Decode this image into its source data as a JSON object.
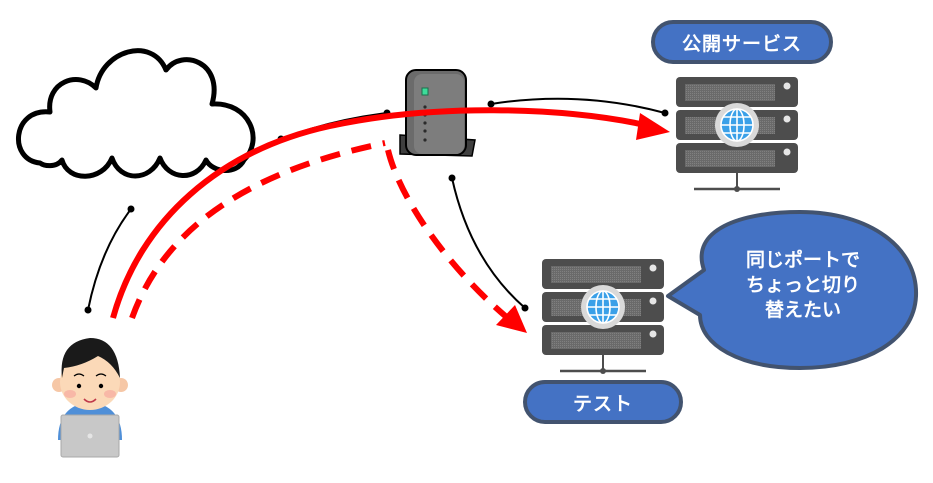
{
  "labels": {
    "public_service": "公開サービス",
    "test": "テスト"
  },
  "speech_bubble": {
    "lines": [
      "同じポートで",
      "ちょっと切り",
      "替えたい"
    ]
  },
  "colors": {
    "label_fill": "#4472c4",
    "label_border": "#42536f",
    "arrow_red": "#ff0000",
    "server_body": "#4d4d4d",
    "globe": "#3aa0e8"
  },
  "nodes": {
    "cloud": "internet-cloud",
    "router": "wifi-router",
    "public_server": "web-server",
    "test_server": "web-server",
    "user": "person-with-laptop"
  },
  "connections": {
    "solid_arrow": "user → router → public service",
    "dashed_arrow": "user → router → test"
  }
}
